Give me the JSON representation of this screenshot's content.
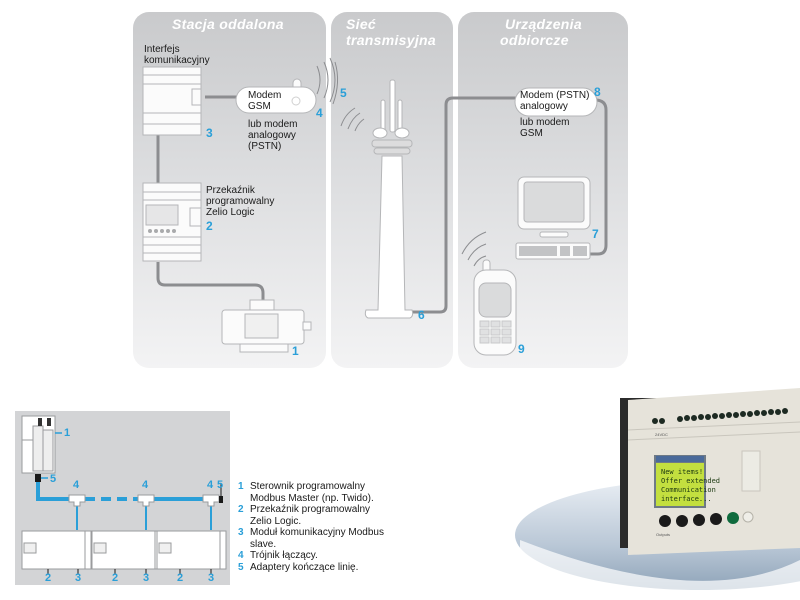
{
  "accent_color": "#2a9fd8",
  "panels": {
    "remote_station": {
      "title": "Stacja oddalona"
    },
    "transmission_network": {
      "title_line1": "Sieć",
      "title_line2": "transmisyjna"
    },
    "receiving_devices": {
      "title_line1": "Urządzenia",
      "title_line2": "odbiorcze"
    }
  },
  "labels": {
    "comm_interface_line1": "Interfejs",
    "comm_interface_line2": "komunikacyjny",
    "modem_gsm_line1": "Modem",
    "modem_gsm_line2": "GSM",
    "modem_alt_line1": "lub modem",
    "modem_alt_line2": "analogowy",
    "modem_alt_line3": "(PSTN)",
    "relay_line1": "Przekaźnik",
    "relay_line2": "programowalny",
    "relay_line3": "Zelio Logic",
    "modem_pstn_line1": "Modem (PSTN)",
    "modem_pstn_line2": "analogowy",
    "modem_pstn_alt_line1": "lub modem",
    "modem_pstn_alt_line2": "GSM"
  },
  "numbers": {
    "motor": "1",
    "relay": "2",
    "interface": "3",
    "modem_gsm": "4",
    "radio_link": "5",
    "tower": "6",
    "computer": "7",
    "modem_pstn": "8",
    "phone": "9"
  },
  "modbus_diagram": {
    "master_number": "1",
    "terminator_left": "5",
    "tees": [
      "4",
      "4",
      "4"
    ],
    "terminator_right": "5",
    "slaves": [
      {
        "relay": "2",
        "module": "3"
      },
      {
        "relay": "2",
        "module": "3"
      },
      {
        "relay": "2",
        "module": "3"
      }
    ]
  },
  "legend": [
    {
      "num": "1",
      "line1": "Sterownik programowalny",
      "line2": "Modbus Master (np. Twido)."
    },
    {
      "num": "2",
      "line1": "Przekaźnik programowalny",
      "line2": "Zelio Logic."
    },
    {
      "num": "3",
      "line1": "Moduł komunikacyjny Modbus",
      "line2": "slave."
    },
    {
      "num": "4",
      "line1": "Trójnik łączący.",
      "line2": ""
    },
    {
      "num": "5",
      "line1": "Adaptery kończące linię.",
      "line2": ""
    }
  ],
  "product_photo": {
    "lcd_lines": [
      "New items!",
      "Offer extended",
      "Communication",
      "interface..."
    ],
    "power_label": "24VDC",
    "output_label": "Outputs"
  }
}
